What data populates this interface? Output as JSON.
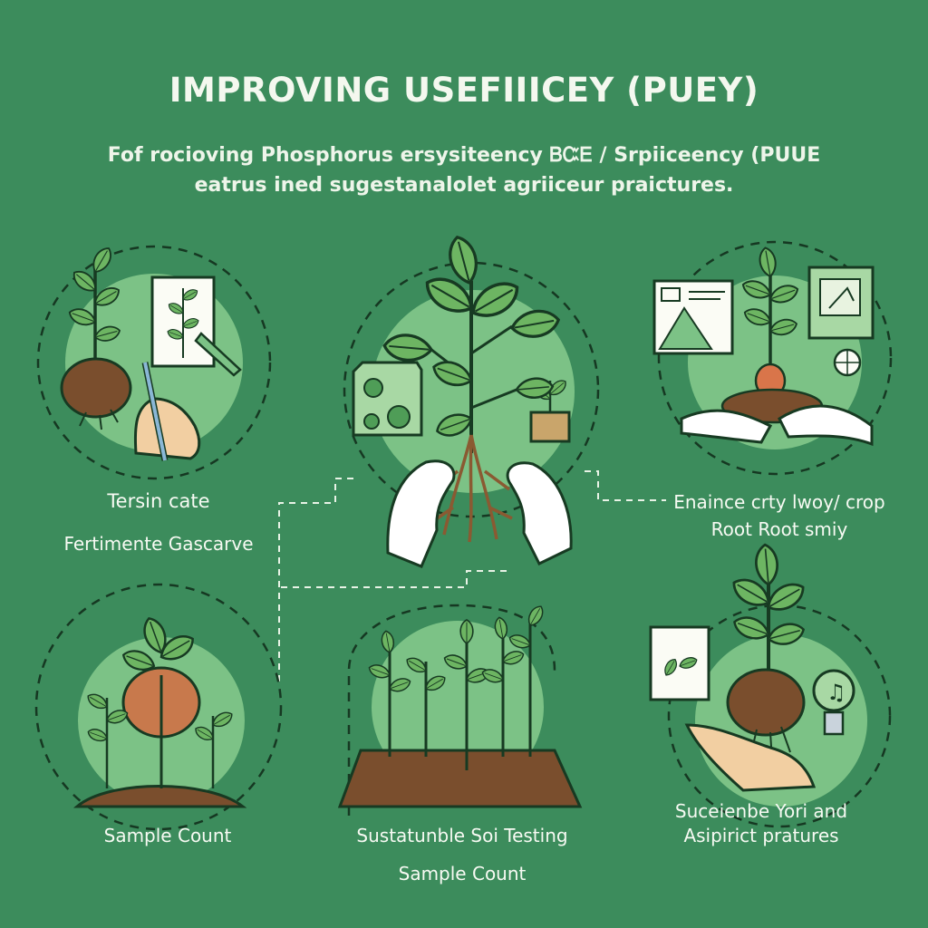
{
  "header": {
    "title": "IMPROVING USEFIIICEY (PUEY)",
    "subtitle_line1": "Fof rocioving  Phosphorus  ersysiteency  ᏴᏨᎬ  / Srpiiceency  (PUUE",
    "subtitle_line2": "eatrus  ined  sugestanalolet  agriiceur  praictures."
  },
  "panels": {
    "top_left": {
      "line1": "Tersin cate",
      "line2": "Fertimente Gascarve"
    },
    "top_right": {
      "line1": "Enaince crty lwoy/ crop",
      "line2": "Root Root smiy"
    },
    "bottom_left": {
      "line1": "Sample Count"
    },
    "bottom_center": {
      "line1": "Sustatunble Soi Testing",
      "line2": "Sample Count"
    },
    "bottom_right": {
      "line1": "Suceienbe Yori and",
      "line2": "Asipirict pratures"
    }
  },
  "colors": {
    "background": "#3c8c5c",
    "circle_fill": "#7cc286",
    "leaf": "#6db562",
    "soil": "#7a4e2d",
    "outline": "#173a22"
  }
}
